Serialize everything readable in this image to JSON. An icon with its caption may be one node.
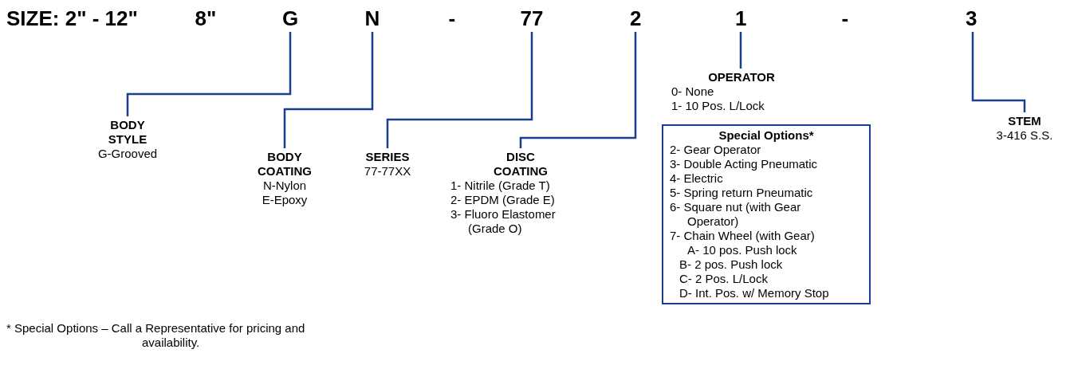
{
  "diagram": {
    "nodes": [
      {
        "text": [
          "G"
        ]
      },
      {
        "text": [
          "N"
        ]
      },
      {
        "text": [
          "77"
        ]
      },
      {
        "text": [
          "2"
        ]
      },
      {
        "text": [
          "1"
        ]
      },
      {
        "text": [
          "3"
        ]
      },
      {
        "text": [
          "BODY STYLE",
          "G-Grooved"
        ]
      },
      {
        "text": [
          "BODY COATING",
          "N-Nylon",
          "E-Epoxy"
        ]
      },
      {
        "text": [
          "SERIES",
          "77-77XX"
        ]
      },
      {
        "text": [
          "DISC COATING",
          "1- Nitrile (Grade T)",
          "2- EPDM (Grade E)",
          "3- Fluoro Elastomer (Grade O)"
        ]
      },
      {
        "text": [
          "OPERATOR",
          "0- None",
          "1- 10 Pos. L/Lock"
        ]
      },
      {
        "text": [
          "Special Options*",
          "2- Gear Operator",
          "3- Double Acting Pneumatic",
          "4- Electric",
          "5- Spring return Pneumatic",
          "6- Square nut (with Gear Operator)",
          "7- Chain Wheel (with Gear)",
          "A- 10 pos. Push lock",
          "B- 2 pos. Push lock",
          "C- 2 Pos. L/Lock",
          "D- Int. Pos. w/ Memory Stop"
        ]
      },
      {
        "text": [
          "STEM",
          "3-416 S.S."
        ]
      }
    ],
    "edges": [
      {
        "from": 0,
        "to": 6,
        "arrow": "none"
      },
      {
        "from": 1,
        "to": 7,
        "arrow": "none"
      },
      {
        "from": 2,
        "to": 8,
        "arrow": "none"
      },
      {
        "from": 3,
        "to": 9,
        "arrow": "none"
      },
      {
        "from": 4,
        "to": 10,
        "arrow": "none"
      },
      {
        "from": 5,
        "to": 12,
        "arrow": "none"
      }
    ],
    "labels": [
      "SIZE: 2\" - 12\"",
      "8\"",
      "-",
      "-",
      "* Special Options – Call a Representative for pricing and availability."
    ]
  }
}
